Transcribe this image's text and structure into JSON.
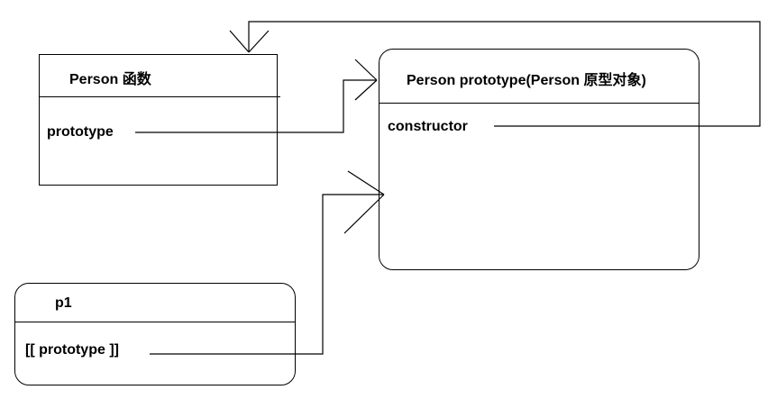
{
  "person_function": {
    "title": "Person 函数",
    "field": "prototype"
  },
  "person_prototype": {
    "title": "Person prototype(Person 原型对象)",
    "field": "constructor"
  },
  "p1": {
    "title": "p1",
    "field": "[[ prototype ]]"
  }
}
